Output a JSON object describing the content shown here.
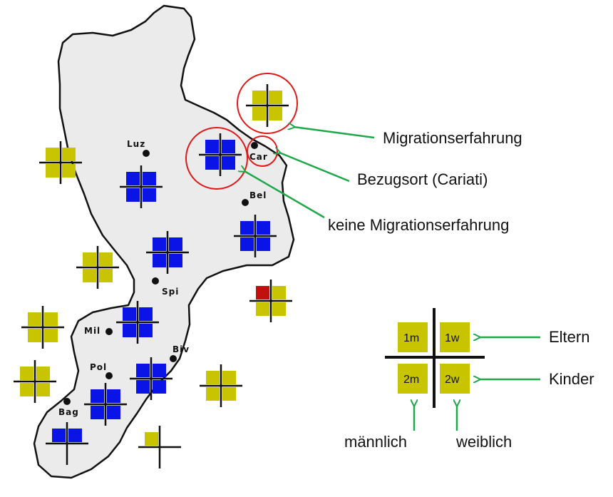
{
  "colors": {
    "land_fill": "#ebebeb",
    "land_stroke": "#111111",
    "migration_square": "#c8c400",
    "no_migration_square": "#0a14e6",
    "special_square": "#c01010",
    "circle": "#e01818",
    "arrow": "#1fa84a",
    "text": "#111111"
  },
  "towns": [
    {
      "id": "luz",
      "label": "Luz"
    },
    {
      "id": "car",
      "label": "Car"
    },
    {
      "id": "bel",
      "label": "Bel"
    },
    {
      "id": "spi",
      "label": "Spi"
    },
    {
      "id": "mil",
      "label": "Mil"
    },
    {
      "id": "biv",
      "label": "Biv"
    },
    {
      "id": "pol",
      "label": "Pol"
    },
    {
      "id": "bag",
      "label": "Bag"
    }
  ],
  "annotations": {
    "migration": "Migrationserfahrung",
    "reference": "Bezugsort (Cariati)",
    "no_migration": "keine Migrationserfahrung"
  },
  "legend": {
    "cells": [
      "1m",
      "1w",
      "2m",
      "2w"
    ],
    "parents": "Eltern",
    "children": "Kinder",
    "male": "männlich",
    "female": "weiblich"
  }
}
